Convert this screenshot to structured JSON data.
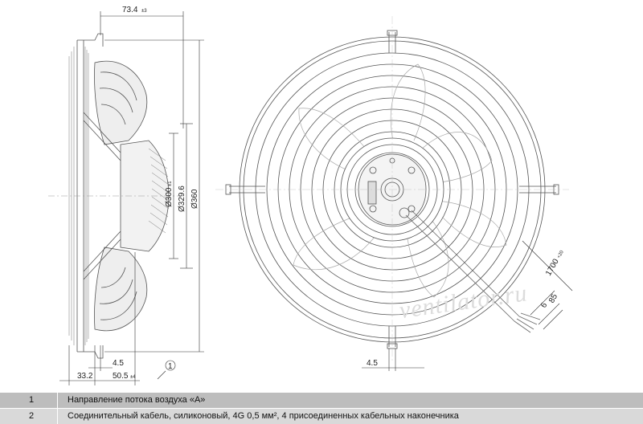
{
  "dimensions": {
    "top_depth": "73.4",
    "top_depth_tol": "±3",
    "dia_300": "Ø300",
    "dia_300_tol": "±1",
    "dia_329": "Ø329.6",
    "dia_360": "Ø360",
    "bottom_4_5_left": "4.5",
    "bottom_33_2": "33.2",
    "bottom_50_5": "50.5",
    "bottom_50_5_tol": "±4",
    "bottom_4_5_right": "4.5",
    "cable_length": "1700",
    "cable_length_tol": "+20",
    "cable_85": "85",
    "cable_6": "6"
  },
  "callout": "1",
  "watermark": "ventilator.ru",
  "legend": [
    {
      "num": "1",
      "text": "Направление потока воздуха «A»"
    },
    {
      "num": "2",
      "text": "Соединительный кабель, силиконовый, 4G 0,5 мм², 4 присоединенных кабельных наконечника"
    }
  ]
}
